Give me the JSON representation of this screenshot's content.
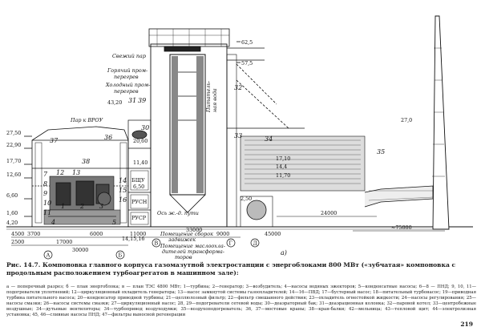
{
  "figure": {
    "side_labels": [
      {
        "text": "Свежий пар"
      },
      {
        "text": "Горячий пром-"
      },
      {
        "text": "перегрев"
      },
      {
        "text": "Холодный пром-"
      },
      {
        "text": "перегрев"
      },
      {
        "text": "43,20"
      },
      {
        "text": "Пар к ВРОУ"
      },
      {
        "text": "Питатель-"
      },
      {
        "text": "ная вода"
      },
      {
        "text": "Ось ж.-д. пути"
      },
      {
        "text": "Помещение сборок"
      },
      {
        "text": "задвижек"
      },
      {
        "text": "Помещение маслоохла-"
      },
      {
        "text": "дителей трансформа-"
      },
      {
        "text": "торов"
      }
    ],
    "elevations": [
      {
        "text": "62,5"
      },
      {
        "text": "57,5"
      },
      {
        "text": "27,50"
      },
      {
        "text": "22,90"
      },
      {
        "text": "17,70"
      },
      {
        "text": "12,60"
      },
      {
        "text": "6,60"
      },
      {
        "text": "1,60"
      },
      {
        "text": "27,0"
      },
      {
        "text": "20,60"
      },
      {
        "text": "11,40"
      },
      {
        "text": "6,50"
      },
      {
        "text": "17,10"
      },
      {
        "text": "14,4"
      },
      {
        "text": "11,70"
      },
      {
        "text": "2,50"
      },
      {
        "text": "4,20"
      }
    ],
    "numbers": [
      {
        "text": "31"
      },
      {
        "text": "39"
      },
      {
        "text": "32"
      },
      {
        "text": "33"
      },
      {
        "text": "34"
      },
      {
        "text": "35"
      },
      {
        "text": "36"
      },
      {
        "text": "37"
      },
      {
        "text": "38"
      },
      {
        "text": "14"
      },
      {
        "text": "15"
      },
      {
        "text": "16"
      },
      {
        "text": "7"
      },
      {
        "text": "8"
      },
      {
        "text": "9"
      },
      {
        "text": "10"
      },
      {
        "text": "11"
      },
      {
        "text": "12"
      },
      {
        "text": "13"
      },
      {
        "text": "30"
      },
      {
        "text": "1"
      },
      {
        "text": "2"
      },
      {
        "text": "3"
      },
      {
        "text": "4"
      },
      {
        "text": "5"
      }
    ],
    "room_labels": [
      {
        "text": "БЩУ"
      },
      {
        "text": "РУСН"
      },
      {
        "text": "РУСР"
      }
    ],
    "dimensions": [
      {
        "text": "4500"
      },
      {
        "text": "6000"
      },
      {
        "text": "17000"
      },
      {
        "text": "30000"
      },
      {
        "text": "2500"
      },
      {
        "text": "3700"
      },
      {
        "text": "11000"
      },
      {
        "text": "9000"
      },
      {
        "text": "33000"
      },
      {
        "text": "24000"
      },
      {
        "text": "~75000"
      },
      {
        "text": "45000"
      }
    ],
    "axis_labels": [
      {
        "text": "А"
      },
      {
        "text": "Б"
      },
      {
        "text": "В"
      },
      {
        "text": "Г"
      },
      {
        "text": "Д"
      }
    ],
    "subfig_label": "а)",
    "bay_note": "14,15,16"
  },
  "caption": "Рис. 14.7. Компоновка главного корпуса газомазутной электростанции с энергоблоками 800 МВт («зубчатая» компоновка с продольным расположением турбоагрегатов в машинном зале):",
  "legend": "а — поперечный разрез; б — план энергоблока; в — план ТЭС 4800 МВт; 1—турбина; 2—генератор; 3—возбудитель; 4—насосы водяных эжекторов; 5—конденсатные насосы; 6—8 — ПНД; 9, 10, 11—подогреватели уплотнений; 12—циркуляционный охладитель генератора; 13—насос замкнутой системы газоохладителей; 14—16—ПВД; 17—бустерный насос; 18—питательный турбонасос; 19—приводная турбина питательного насоса; 20—конденсатор приводной турбины; 21—целлюлозный фильтр; 22—фильтр смешанного действия; 23—охладитель огнестойкой жидкости; 24—насосы регулирования; 25—насосы смазки; 26—насосы системы смазки; 27—циркуляционный насос; 28, 29—подогреватели сетевой воды; 30—деаэраторный бак; 31—деаэрационная колонка; 32—паровой котел; 33—центробежные воздушные; 34—дутьевые вентиляторы; 34—турбопривод воздуходувки; 35—воздухоподогреватель; 36, 37—мостовые краны; 38—кран-балки; 42—мельница; 43—тепловой щит; 44—электролизная установка; 45, 46—сливные насосы ПНД; 47—фильтры выносной регенерации",
  "page_number": "219"
}
